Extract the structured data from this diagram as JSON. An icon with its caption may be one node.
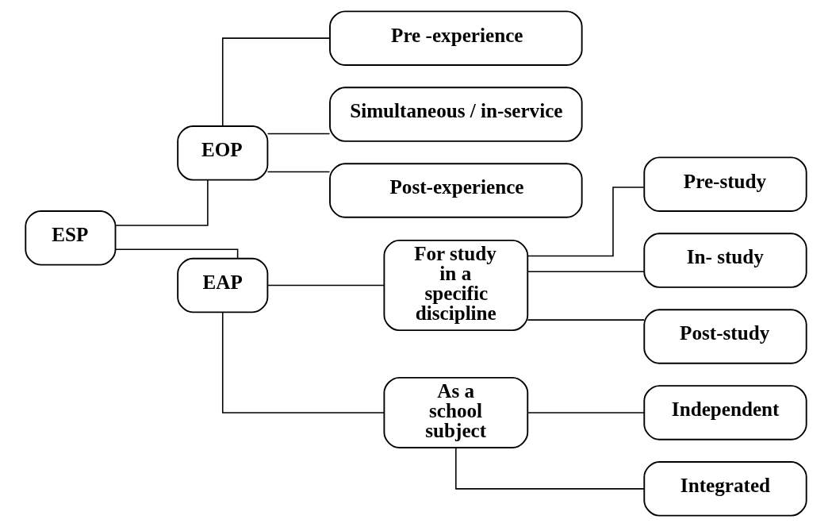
{
  "diagram": {
    "nodes": [
      {
        "text": [
          "ESP"
        ]
      },
      {
        "text": [
          "EOP"
        ]
      },
      {
        "text": [
          "EAP"
        ]
      },
      {
        "text": [
          "Pre -experience"
        ]
      },
      {
        "text": [
          "Simultaneous / in-service"
        ]
      },
      {
        "text": [
          "Post-experience"
        ]
      },
      {
        "text": [
          "For study in a specific discipline"
        ]
      },
      {
        "text": [
          "As a school subject"
        ]
      },
      {
        "text": [
          "Pre-study"
        ]
      },
      {
        "text": [
          "In- study"
        ]
      },
      {
        "text": [
          "Post-study"
        ]
      },
      {
        "text": [
          "Independent"
        ]
      },
      {
        "text": [
          "Integrated"
        ]
      }
    ],
    "edges": [
      {
        "from": 0,
        "to": 1,
        "arrow": "none"
      },
      {
        "from": 0,
        "to": 2,
        "arrow": "none"
      },
      {
        "from": 1,
        "to": 3,
        "arrow": "none"
      },
      {
        "from": 1,
        "to": 4,
        "arrow": "none"
      },
      {
        "from": 1,
        "to": 5,
        "arrow": "none"
      },
      {
        "from": 2,
        "to": 6,
        "arrow": "none"
      },
      {
        "from": 2,
        "to": 7,
        "arrow": "none"
      },
      {
        "from": 6,
        "to": 8,
        "arrow": "none"
      },
      {
        "from": 6,
        "to": 9,
        "arrow": "none"
      },
      {
        "from": 6,
        "to": 10,
        "arrow": "none"
      },
      {
        "from": 7,
        "to": 11,
        "arrow": "none"
      },
      {
        "from": 7,
        "to": 12,
        "arrow": "none"
      }
    ]
  }
}
